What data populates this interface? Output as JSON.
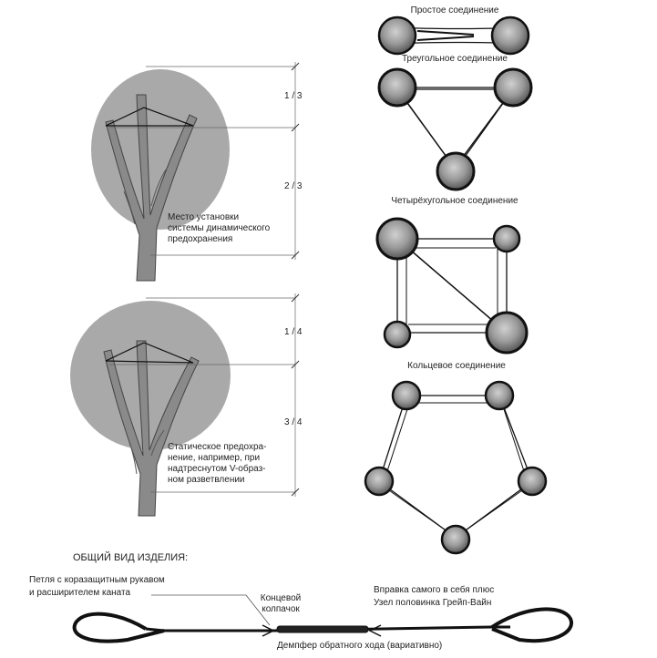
{
  "titles": {
    "simple": "Простое соединение",
    "triangle": "Треугольное соединение",
    "quad": "Четырёхугольное соединение",
    "ring": "Кольцевое соединение"
  },
  "dynamic": {
    "ratio_top": "1 / 3",
    "ratio_bottom": "2 / 3",
    "caption": "Место установки\nсистемы динамического\nпредохранения"
  },
  "static": {
    "ratio_top": "1 / 4",
    "ratio_bottom": "3 / 4",
    "caption": "Статическое предохра-\nнение, например, при\nнадтреснутом V-образ-\nном разветвлении"
  },
  "product": {
    "heading": "ОБЩИЙ ВИД ИЗДЕЛИЯ:",
    "loop_caption": "Петля с коразащитным рукавом\nи расширителем каната",
    "end_cap": "Концевой\nколпачок",
    "splice": "Вправка  самого в себя плюс\nУзел половинка Грейп-Вайн",
    "damper": "Демпфер обратного хода  (вариативно)"
  }
}
